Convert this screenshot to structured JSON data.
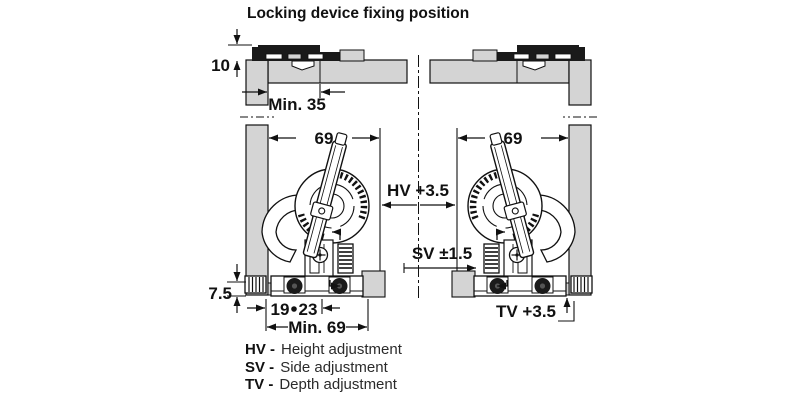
{
  "title": "Locking device fixing position",
  "dimensions": {
    "height_offset": "10",
    "min_front": "Min. 35",
    "width_left": "69",
    "width_right": "69",
    "hv": "HV +3.5",
    "sv": "SV ±1.5",
    "rail_height": "7.5",
    "hole_front": "19",
    "hole_pitch": "23",
    "min_width": "Min. 69",
    "tv": "TV +3.5"
  },
  "legend": [
    {
      "abbr": "HV -",
      "label": "Height adjustment"
    },
    {
      "abbr": "SV -",
      "label": "Side adjustment"
    },
    {
      "abbr": "TV -",
      "label": "Depth adjustment"
    }
  ],
  "colors": {
    "panel": "#d4d4d4",
    "line": "#111111",
    "hardware_dark": "#1a1a1a",
    "background": "#ffffff"
  }
}
